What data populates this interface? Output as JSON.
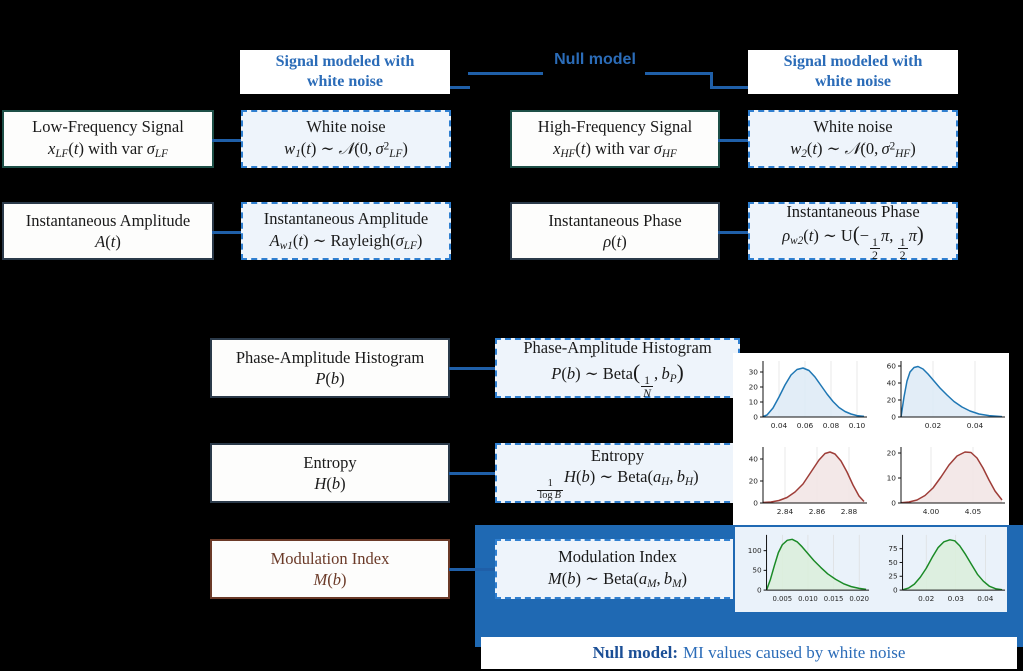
{
  "headers": [
    {
      "id": "hdr-left-signal",
      "line1": "Signal modeled with",
      "line2": "white noise"
    },
    {
      "id": "hdr-null-model",
      "label": "Null model"
    },
    {
      "id": "hdr-right-signal",
      "line1": "Signal modeled with",
      "line2": "white noise"
    }
  ],
  "rows": {
    "row1": {
      "left": {
        "title": "Low-Frequency Signal",
        "formula": "x_LF(t) with var σ_LF"
      },
      "leftmodel": {
        "title": "White noise",
        "formula": "w₁(t) ~ N(0, σ²_LF)"
      },
      "right": {
        "title": "High-Frequency Signal",
        "formula": "x_HF(t) with var σ_HF"
      },
      "rightmodel": {
        "title": "White noise",
        "formula": "w₂(t) ~ N(0, σ²_HF)"
      }
    },
    "row2": {
      "left": {
        "title": "Instantaneous Amplitude",
        "formula": "A(t)"
      },
      "leftmodel": {
        "title": "Instantaneous Amplitude",
        "formula": "A_w1(t) ~ Rayleigh(σ_LF)"
      },
      "right": {
        "title": "Instantaneous Phase",
        "formula": "ρ(t)"
      },
      "rightmodel": {
        "title": "Instantaneous Phase",
        "formula": "ρ_w2(t) ~ U(−½π, ½π)"
      }
    },
    "row3": {
      "left": {
        "title": "Phase-Amplitude Histogram",
        "formula": "P(b)"
      },
      "model": {
        "title": "Phase-Amplitude Histogram",
        "formula": "P(b) ~̇ Beta(1/N, b_P)"
      }
    },
    "row4": {
      "left": {
        "title": "Entropy",
        "formula": "H(b)"
      },
      "model": {
        "title": "Entropy",
        "formula": "(1/log B) H(b) ~̇ Beta(a_H, b_H)"
      }
    },
    "row5": {
      "left": {
        "title": "Modulation Index",
        "formula": "M(b)"
      },
      "model": {
        "title": "Modulation Index",
        "formula": "M(b) ~̇ Beta(a_M, b_M)"
      }
    }
  },
  "caption": {
    "bold": "Null model:",
    "rest": "MI values caused by white noise"
  },
  "colors": {
    "accent_blue": "#1f69b3",
    "header_blue": "#2b6cb8",
    "dashed_blue": "#2f7fd0",
    "teal_border": "#1d4f47",
    "brown_border": "#6b3a28",
    "curve_blue": "#1f77b4",
    "curve_red": "#9e3d38",
    "curve_green": "#1a8a26",
    "panel_bg": "#ffffff",
    "dashed_fill": "#eef4fb"
  },
  "chart_data": [
    {
      "id": "plot-pa-hist-lf",
      "type": "line",
      "series_color": "#1f77b4",
      "title": "",
      "xlabel": "",
      "ylabel": "",
      "xticks": [
        0.04,
        0.06,
        0.08,
        0.1
      ],
      "xticklabels": [
        "0.04",
        "0.06",
        "0.08",
        "0.10"
      ],
      "yticks": [
        0,
        10,
        20,
        30
      ],
      "yticklabels": [
        "0",
        "10",
        "20",
        "30"
      ],
      "xlim": [
        0.022,
        0.108
      ],
      "ylim": [
        0,
        34
      ],
      "description": "Beta-like density, mode near 0.053, peak ~31.5"
    },
    {
      "id": "plot-pa-hist-hf",
      "type": "line",
      "series_color": "#1f77b4",
      "title": "",
      "xlabel": "",
      "ylabel": "",
      "xticks": [
        0.02,
        0.04
      ],
      "xticklabels": [
        "0.02",
        "0.04"
      ],
      "yticks": [
        0,
        20,
        40,
        60
      ],
      "yticklabels": [
        "0",
        "20",
        "40",
        "60"
      ],
      "xlim": [
        0.0,
        0.055
      ],
      "ylim": [
        0,
        62
      ],
      "description": "Right-skewed density, mode near 0.011, peak ~57"
    },
    {
      "id": "plot-entropy-lf",
      "type": "line",
      "series_color": "#9e3d38",
      "title": "",
      "xlabel": "",
      "ylabel": "",
      "xticks": [
        2.84,
        2.86,
        2.88
      ],
      "xticklabels": [
        "2.84",
        "2.86",
        "2.88"
      ],
      "yticks": [
        0,
        20,
        40
      ],
      "yticklabels": [
        "0",
        "20",
        "40"
      ],
      "xlim": [
        2.826,
        2.888
      ],
      "ylim": [
        0,
        50
      ],
      "description": "Left-skewed density, mode near 2.867, peak ~46"
    },
    {
      "id": "plot-entropy-hf",
      "type": "line",
      "series_color": "#9e3d38",
      "title": "",
      "xlabel": "",
      "ylabel": "",
      "xticks": [
        4.0,
        4.05
      ],
      "xticklabels": [
        "4.00",
        "4.05"
      ],
      "yticks": [
        0,
        10,
        20
      ],
      "yticklabels": [
        "0",
        "10",
        "20"
      ],
      "xlim": [
        3.972,
        4.075
      ],
      "ylim": [
        0,
        22
      ],
      "description": "Left-skewed density, mode near 4.044, peak ~20"
    },
    {
      "id": "plot-mi-lf",
      "type": "line",
      "series_color": "#1a8a26",
      "title": "",
      "xlabel": "",
      "ylabel": "",
      "xticks": [
        0.005,
        0.01,
        0.015,
        0.02
      ],
      "xticklabels": [
        "0.005",
        "0.010",
        "0.015",
        "0.020"
      ],
      "yticks": [
        0,
        50,
        100
      ],
      "yticklabels": [
        "0",
        "50",
        "100"
      ],
      "xlim": [
        0.0015,
        0.0225
      ],
      "ylim": [
        0,
        140
      ],
      "description": "Right-skewed density, mode near 0.008, peak ~133"
    },
    {
      "id": "plot-mi-hf",
      "type": "line",
      "series_color": "#1a8a26",
      "title": "",
      "xlabel": "",
      "ylabel": "",
      "xticks": [
        0.02,
        0.03,
        0.04
      ],
      "xticklabels": [
        "0.02",
        "0.03",
        "0.04"
      ],
      "yticks": [
        0,
        25,
        50,
        75
      ],
      "yticklabels": [
        "0",
        "25",
        "50",
        "75"
      ],
      "xlim": [
        0.0135,
        0.0455
      ],
      "ylim": [
        0,
        92
      ],
      "description": "Bell-shaped density, mode near 0.028, peak ~83"
    }
  ]
}
